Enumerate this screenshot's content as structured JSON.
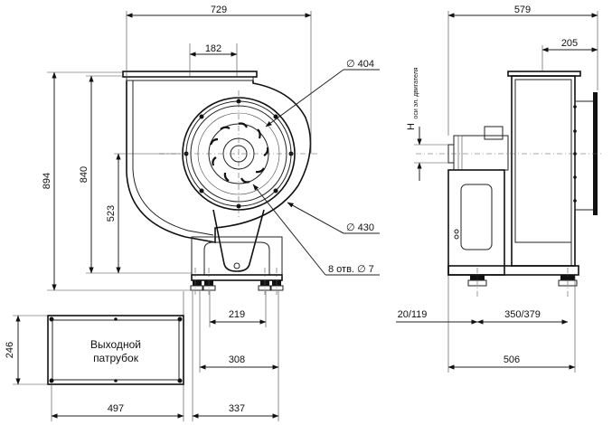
{
  "dimensions": {
    "front_width": "729",
    "flange_span": "182",
    "inlet_diameter": "∅ 404",
    "bolt_circle": "∅ 430",
    "holes": "8 отв. ∅ 7",
    "total_height": "894",
    "shaft_height": "840",
    "center_height": "523",
    "foot_spacing": "219",
    "frame_width": "308",
    "base_offset": "337",
    "outlet_height": "246",
    "outlet_width": "497",
    "side_width": "579",
    "side_offset": "205",
    "motor_axis_label": "H",
    "motor_axis_sub": "оси эл. двигателя",
    "base_left": "20/119",
    "base_mid": "350/379",
    "side_base": "506"
  },
  "outlet_label": {
    "line1": "Выходной",
    "line2": "патрубок"
  }
}
